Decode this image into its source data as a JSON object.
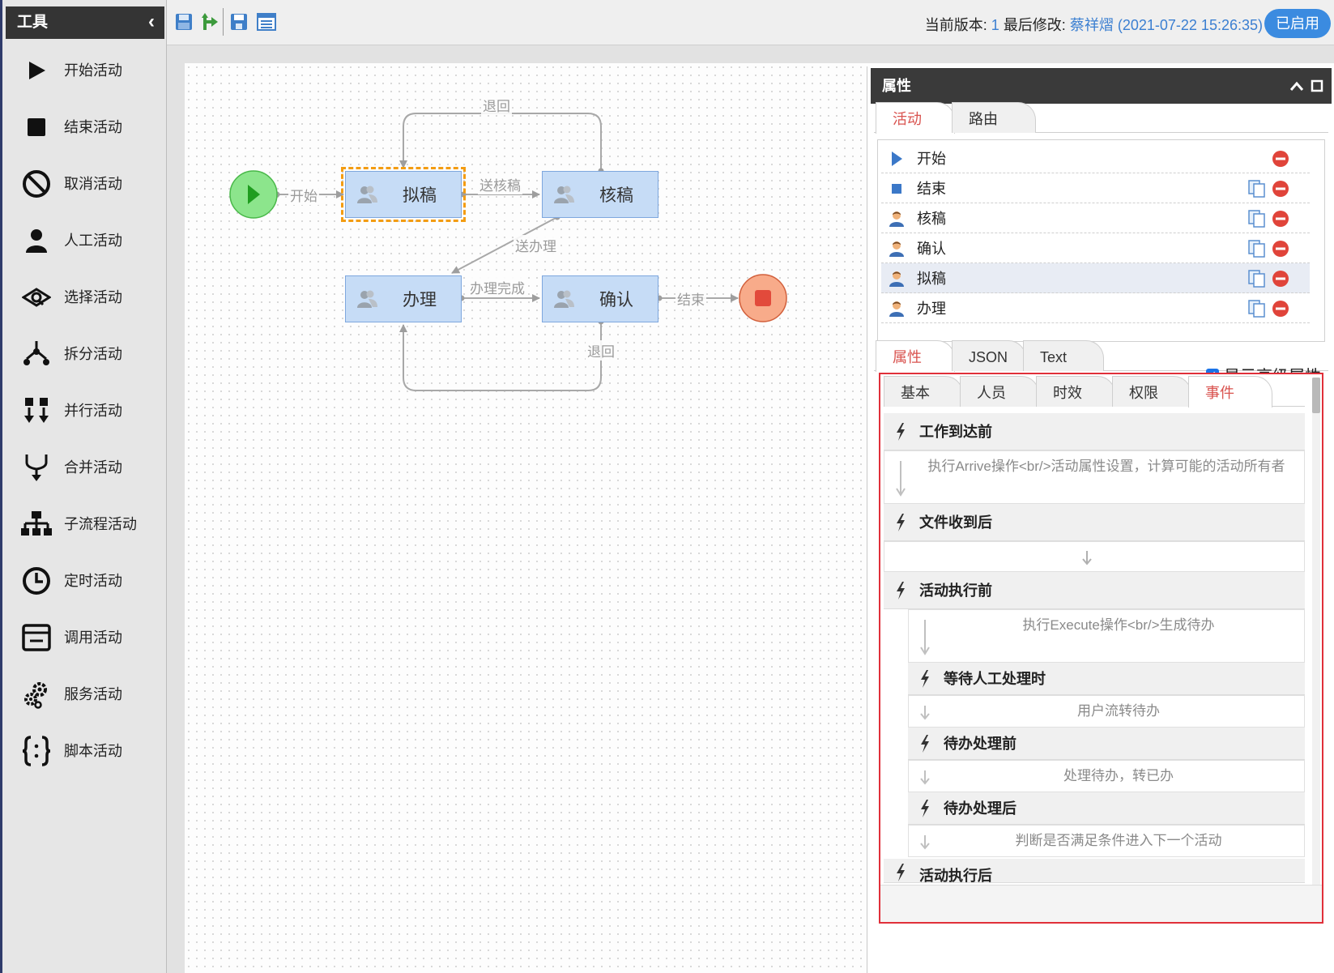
{
  "toolbox": {
    "title": "工具",
    "items": [
      {
        "label": "开始活动",
        "icon": "play-icon"
      },
      {
        "label": "结束活动",
        "icon": "stop-square-icon"
      },
      {
        "label": "取消活动",
        "icon": "prohibit-icon"
      },
      {
        "label": "人工活动",
        "icon": "person-icon"
      },
      {
        "label": "选择活动",
        "icon": "choice-eye-icon"
      },
      {
        "label": "拆分活动",
        "icon": "split-icon"
      },
      {
        "label": "并行活动",
        "icon": "parallel-icon"
      },
      {
        "label": "合并活动",
        "icon": "merge-icon"
      },
      {
        "label": "子流程活动",
        "icon": "org-chart-icon"
      },
      {
        "label": "定时活动",
        "icon": "clock-icon"
      },
      {
        "label": "调用活动",
        "icon": "window-icon"
      },
      {
        "label": "服务活动",
        "icon": "gears-icon"
      },
      {
        "label": "脚本活动",
        "icon": "braces-icon"
      }
    ]
  },
  "topbar": {
    "version_label": "当前版本:",
    "version_value": "1",
    "modified_label": "最后修改:",
    "modified_user": "蔡祥熠",
    "modified_time": "(2021-07-22 15:26:35)",
    "status_button": "已启用",
    "buttons": [
      "save-icon",
      "export-icon",
      "save-as-icon",
      "list-view-icon"
    ]
  },
  "flow": {
    "nodes": {
      "draft": "拟稿",
      "review": "核稿",
      "handle": "办理",
      "confirm": "确认"
    },
    "edges": {
      "start": "开始",
      "to_review": "送核稿",
      "back_top": "退回",
      "to_handle": "送办理",
      "handle_done": "办理完成",
      "end": "结束",
      "back_bottom": "退回"
    }
  },
  "properties": {
    "title": "属性",
    "top_tabs": [
      "活动",
      "路由"
    ],
    "active_top_tab": 0,
    "activities": [
      {
        "label": "开始",
        "icon": "start-triangle-icon",
        "copy": false
      },
      {
        "label": "结束",
        "icon": "end-square-icon",
        "copy": true
      },
      {
        "label": "核稿",
        "icon": "user-icon",
        "copy": true
      },
      {
        "label": "确认",
        "icon": "user-icon",
        "copy": true
      },
      {
        "label": "拟稿",
        "icon": "user-icon",
        "copy": true,
        "selected": true
      },
      {
        "label": "办理",
        "icon": "user-icon",
        "copy": true
      }
    ],
    "mode_tabs": [
      "属性",
      "JSON",
      "Text"
    ],
    "show_advanced": "显示高级属性",
    "sub_tabs": [
      "基本",
      "人员",
      "时效",
      "权限",
      "事件"
    ],
    "active_sub_tab": 4,
    "events": {
      "arrive_title": "工作到达前",
      "arrive_text": "执行Arrive操作<br/>活动属性设置，计算可能的活动所有者",
      "received_title": "文件收到后",
      "execute_before_title": "活动执行前",
      "execute_text": "执行Execute操作<br/>生成待办",
      "wait_title": "等待人工处理时",
      "wait_text": "用户流转待办",
      "todo_before_title": "待办处理前",
      "todo_before_text": "处理待办，转已办",
      "todo_after_title": "待办处理后",
      "todo_after_text": "判断是否满足条件进入下一个活动",
      "execute_after_title": "活动执行后"
    }
  }
}
